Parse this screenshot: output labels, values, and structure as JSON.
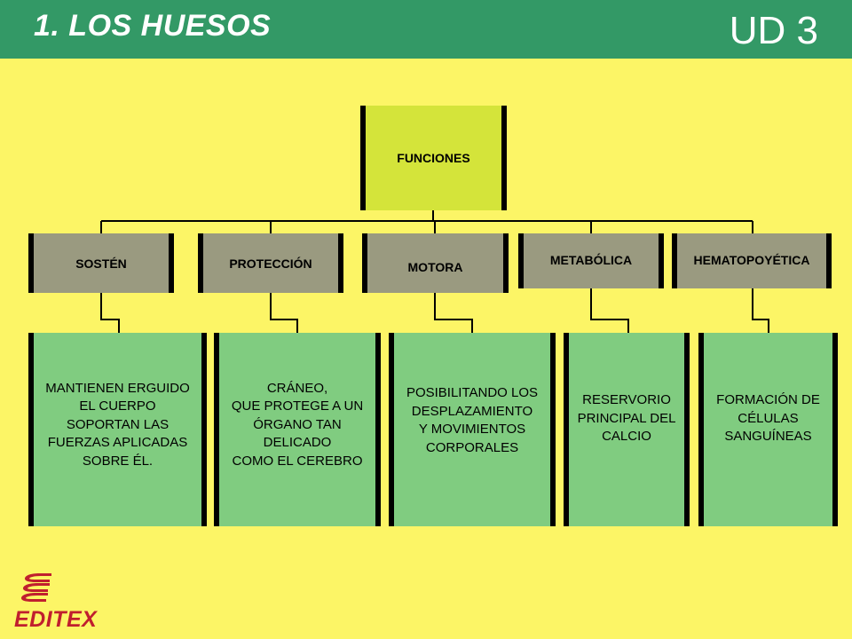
{
  "header": {
    "title": "1. LOS HUESOS",
    "unit": "UD 3"
  },
  "root": {
    "label": "FUNCIONES"
  },
  "functions": [
    {
      "label": "SOSTÉN",
      "description": [
        "MANTIENEN ERGUIDO",
        "EL CUERPO",
        "SOPORTAN LAS",
        "FUERZAS APLICADAS",
        "SOBRE ÉL."
      ]
    },
    {
      "label": "PROTECCIÓN",
      "description": [
        "CRÁNEO,",
        "QUE PROTEGE A UN",
        "ÓRGANO TAN",
        "DELICADO",
        "COMO EL CEREBRO"
      ]
    },
    {
      "label": "MOTORA",
      "description": [
        "POSIBILITANDO LOS",
        "DESPLAZAMIENTO",
        "Y MOVIMIENTOS",
        "CORPORALES"
      ]
    },
    {
      "label": "METABÓLICA",
      "description": [
        "RESERVORIO",
        "PRINCIPAL DEL",
        "CALCIO"
      ]
    },
    {
      "label": "HEMATOPOYÉTICA",
      "description": [
        "FORMACIÓN DE",
        "CÉLULAS",
        "SANGUÍNEAS"
      ]
    }
  ],
  "logo": {
    "text": "EDITEX"
  },
  "colors": {
    "header": "#339966",
    "background": "#fcf566",
    "root": "#d4e43a",
    "function": "#9a9a80",
    "description": "#80cc80",
    "logo": "#c01f2e"
  }
}
